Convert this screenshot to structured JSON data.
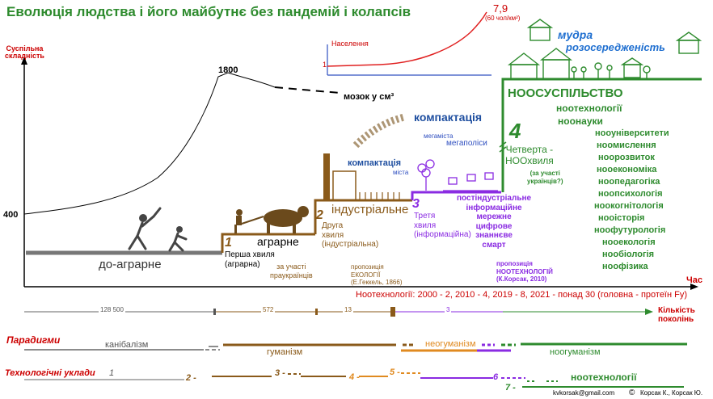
{
  "title": "Еволюція людства і його майбутнє без пандемій і колапсів",
  "axis_y_label": [
    "Суспільна",
    "складність"
  ],
  "axis_x_label": "Час",
  "y_tick_400": "400",
  "y_tick_1800": "1800",
  "brain": "мозок у см³",
  "population": {
    "label": "Населення",
    "start": "1",
    "peak": "7,9",
    "peak_unit": "(60 чол/км²)"
  },
  "stages": {
    "pre": "до-аграрне",
    "agr": "аграрне",
    "ind": "індустріальне",
    "w1_num": "1",
    "w1": [
      "Перша хвиля",
      "(аграрна)"
    ],
    "w1_note": [
      "за участі",
      "праукраїнців"
    ],
    "w2_num": "2",
    "w2": [
      "Друга",
      "хвиля",
      "(індустріальна)"
    ],
    "comp_small": "компактація",
    "cities": "міста",
    "eco_note": [
      "пропозиція",
      "ЕКОЛОГІЇ",
      "(Е.Геккель, 1866)"
    ],
    "comp_big": "компактація",
    "megacities": [
      "мегаміста",
      "мегаполіси"
    ],
    "w3_num": "3",
    "w3": [
      "Третя",
      "хвиля",
      "(інформаційна)"
    ],
    "post_lines": [
      "постіндустріальне",
      "інформаційне",
      "мережне",
      "цифрове",
      "знаннєве",
      "смарт"
    ],
    "noo_note": [
      "пропозиція",
      "НООТЕХНОЛОГІЙ",
      "(К.Корсак, 2010)"
    ],
    "w4_num": "4",
    "w4": [
      "Четверта -",
      "НООхвиля"
    ],
    "w4_note": [
      "(за участі",
      "українців?)"
    ],
    "wise": [
      "мудра",
      "розосередженість"
    ],
    "noo_main": "НООСУСПІЛЬСТВО",
    "noo_list": [
      "ноотехнології",
      "ноонауки",
      "нооуніверситети",
      "ноомислення",
      "ноорозвиток",
      "нооекономіка",
      "ноопедагогіка",
      "ноопсихологія",
      "ноокогнітологія",
      "нооісторія",
      "ноофутурологія",
      "нооекологія",
      "нообіологія",
      "ноофізика"
    ]
  },
  "nootech_line": "Ноотехнології: 2000 - 2, 2010 - 4, 2019 - 8, 2021 - понад 30 (головна - протеїн Fy)",
  "generations": {
    "g1": "128 500",
    "g2": "572",
    "g3": "13",
    "g4": "3",
    "label": [
      "Кількість",
      "поколінь"
    ]
  },
  "paradigms": {
    "label": "Парадигми",
    "p1": "канібалізм",
    "p2": "гуманізм",
    "p3": "неогуманізм",
    "p4": "ноогуманізм"
  },
  "tech": {
    "label": "Технологічні уклади",
    "n1": "1",
    "n2": "2 -",
    "n3": "3 -",
    "n4": "4 -",
    "n5": "5 -",
    "n6": "6",
    "n7": "7 -",
    "last": "ноотехнології"
  },
  "footer": {
    "email": "kvkorsak@gmail.com",
    "authors": "Корсак К., Корсак Ю."
  }
}
